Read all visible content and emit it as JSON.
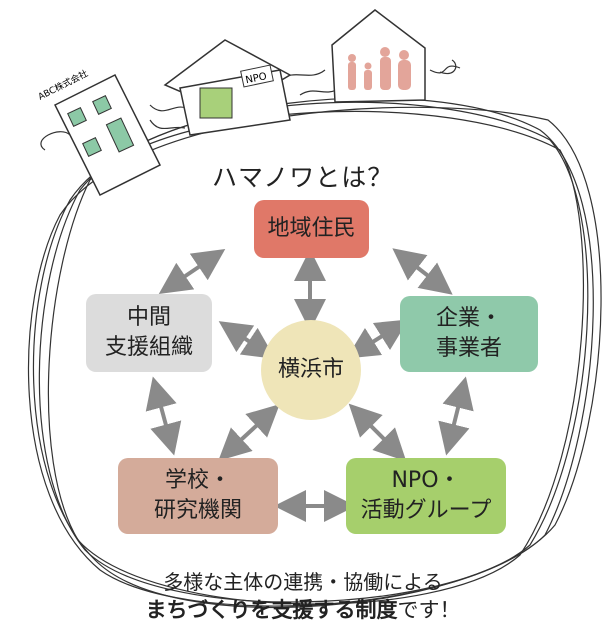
{
  "title": "ハマノワとは？",
  "center": "横浜市",
  "nodes": {
    "residents": {
      "label": "地域住民",
      "color": "#e07868"
    },
    "business": {
      "line1": "企業・",
      "line2": "事業者",
      "color": "#8fc9aa"
    },
    "npo": {
      "line1": "NPO・",
      "line2": "活動グループ",
      "color": "#a6cf6c"
    },
    "school": {
      "line1": "学校・",
      "line2": "研究機関",
      "color": "#d4ab9a"
    },
    "support": {
      "line1": "中間",
      "line2": "支援組織",
      "color": "#dcdcdc"
    }
  },
  "center_color": "#efe5b8",
  "buildings": {
    "company_sign": "ABC株式会社",
    "npo_sign": "NPO"
  },
  "footer": {
    "line1": "多様な主体の連携・協働による",
    "bold": "まちづくりを支援する制度",
    "tail": "です！"
  }
}
